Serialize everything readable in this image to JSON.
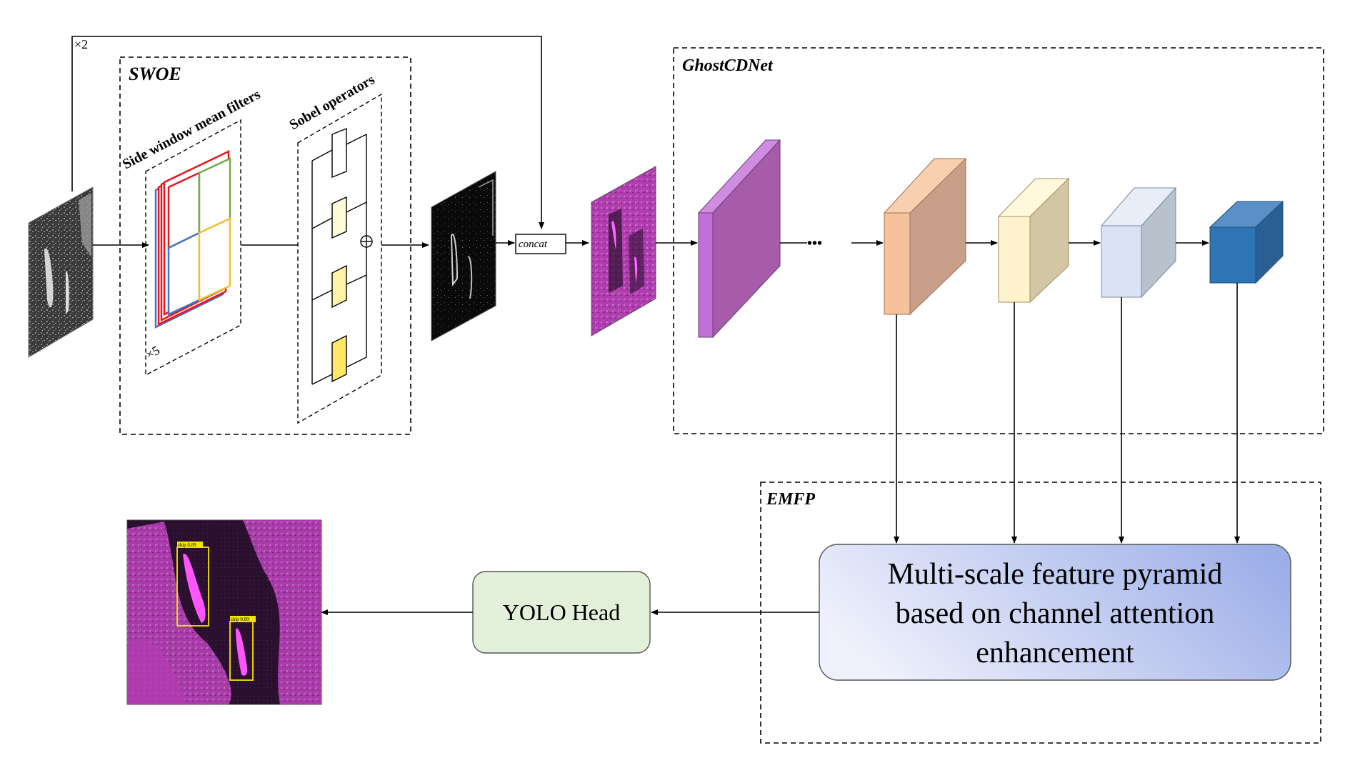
{
  "swoe": {
    "title": "SWOE",
    "side_window_label": "Side window mean filters",
    "sobel_label": "Sobel operators",
    "repeat_filters": "×5",
    "repeat_loop": "×2"
  },
  "concat_label": "concat",
  "ghost": {
    "title": "GhostCDNet",
    "ellipsis": "•••"
  },
  "emfp": {
    "title": "EMFP",
    "line1": "Multi-scale feature pyramid",
    "line2": "based on channel attention",
    "line3": "enhancement"
  },
  "yolo_label": "YOLO Head",
  "detections": [
    {
      "label": "ship 0.89"
    },
    {
      "label": "ship 0.89"
    }
  ],
  "colors": {
    "filter_red": "#e8141c",
    "filter_blue": "#4472c4",
    "filter_green": "#70ad47",
    "filter_yellow": "#f2c12e",
    "block_violet": "#b56cc8",
    "block_peach": "#f4b183",
    "block_cream": "#fff2cc",
    "block_lightblue": "#dae3f3",
    "block_blue": "#2e75b6",
    "emfp_gradient_start": "#e8ebfa",
    "emfp_gradient_end": "#9eb0e8",
    "yolo_fill": "#e2f0d9",
    "detection_magenta": "#e040e0"
  }
}
